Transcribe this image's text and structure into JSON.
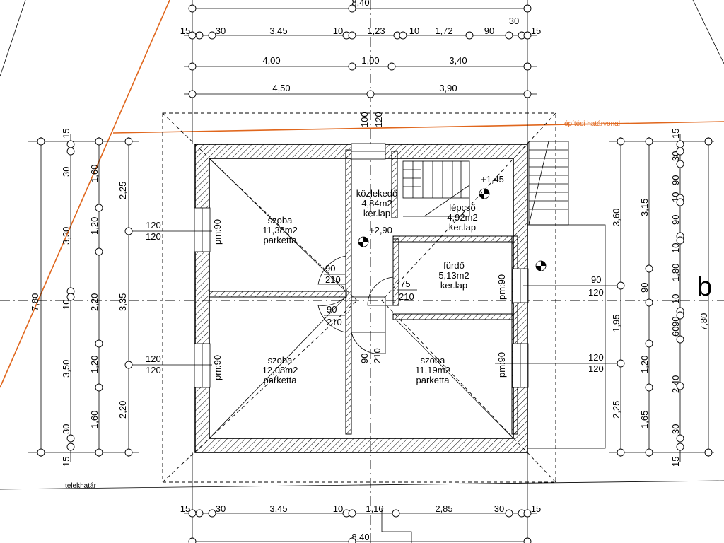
{
  "labels": {
    "building_line": "építési határvonal",
    "lot_line": "telekhatár",
    "axis_b": "b"
  },
  "rooms": [
    {
      "name": "szoba",
      "area": "11,38m2",
      "floor": "parketta"
    },
    {
      "name": "közlekedő",
      "area": "4,84m2",
      "floor": "ker.lap"
    },
    {
      "name": "lépcső",
      "area": "4,92m2",
      "floor": "ker.lap"
    },
    {
      "name": "fürdő",
      "area": "5,13m2",
      "floor": "ker.lap"
    },
    {
      "name": "szoba",
      "area": "12,08m2",
      "floor": "parketta"
    },
    {
      "name": "szoba",
      "area": "11,19m2",
      "floor": "parketta"
    }
  ],
  "levels": {
    "stair_top": "+1,45",
    "corridor": "+2,90"
  },
  "pm": "pm:90",
  "top_dims": {
    "overall": "8,40",
    "row1": [
      "15",
      "30",
      "3,45",
      "10",
      "1,23",
      "10",
      "1,72",
      "90",
      "30",
      "15"
    ],
    "row2": [
      "4,00",
      "1,00",
      "3,40"
    ],
    "row3": [
      "4,50",
      "3,90"
    ],
    "axis_vertical": [
      "100",
      "120"
    ]
  },
  "bottom_dims": {
    "row1": [
      "15",
      "30",
      "3,45",
      "10",
      "1,10",
      "2,85",
      "30",
      "15"
    ],
    "overall": "8,40"
  },
  "left_dims": {
    "overall": "7,80",
    "col2": [
      "30",
      "3,30",
      "10",
      "3,50",
      "30"
    ],
    "col3": [
      "1,60",
      "1,20",
      "2,20",
      "1,20",
      "1,60"
    ],
    "col4": [
      "2,25",
      "3,35",
      "2,20"
    ],
    "top15": "15",
    "bottom15": "15"
  },
  "right_dims": {
    "overall": "7,80",
    "col1": [
      "3,60",
      "1,95",
      "2,25"
    ],
    "col2": [
      "3,15",
      "90",
      "1,20",
      "1,65"
    ],
    "col3": [
      "30",
      "90",
      "10",
      "90",
      "10",
      "1,80",
      "10",
      "90",
      "60",
      "2,40",
      "30"
    ],
    "top15": "15",
    "bottom15": "15"
  },
  "windows": {
    "w_left_top": [
      "120",
      "120"
    ],
    "w_left_bottom": [
      "120",
      "120"
    ],
    "w_right_top": [
      "90",
      "120"
    ],
    "w_right_bottom": [
      "120",
      "120"
    ]
  },
  "doors": {
    "d1": [
      "90",
      "210"
    ],
    "d2": [
      "90",
      "210"
    ],
    "d3": [
      "75",
      "210"
    ],
    "d4": [
      "90",
      "210"
    ]
  }
}
